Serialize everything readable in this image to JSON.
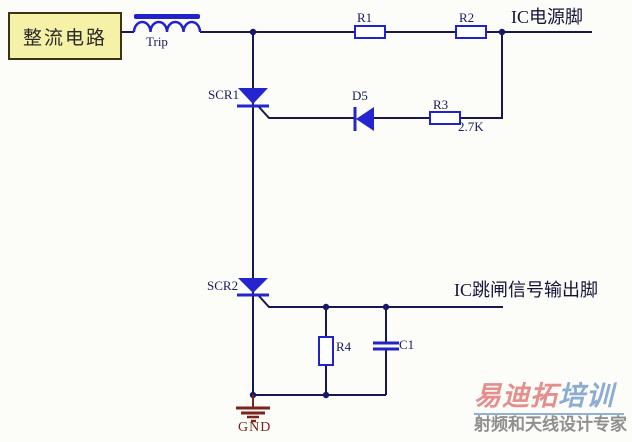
{
  "title_block": {
    "label": "整流电路"
  },
  "components": {
    "inductor": {
      "label": "Trip"
    },
    "r1": {
      "label": "R1"
    },
    "r2": {
      "label": "R2"
    },
    "r3": {
      "label": "R3",
      "value": "2.7K"
    },
    "r4": {
      "label": "R4"
    },
    "c1": {
      "label": "C1"
    },
    "d5": {
      "label": "D5"
    },
    "scr1": {
      "label": "SCR1"
    },
    "scr2": {
      "label": "SCR2"
    },
    "ground": {
      "label": "GND"
    }
  },
  "pins": {
    "power": "IC电源脚",
    "trip_signal": "IC跳闸信号输出脚"
  },
  "watermark": {
    "brand_pink": "易迪拓",
    "brand_blue": "培训",
    "tagline": "射频和天线设计专家"
  },
  "colors": {
    "component_blue": "#2222cc",
    "wire": "#18184a",
    "ground_red": "#7a241c",
    "box_fill": "#f5f1a6",
    "watermark_pink": "#e58e8e",
    "watermark_blue": "#8cacd4",
    "watermark_gray": "#8f8f8f"
  }
}
